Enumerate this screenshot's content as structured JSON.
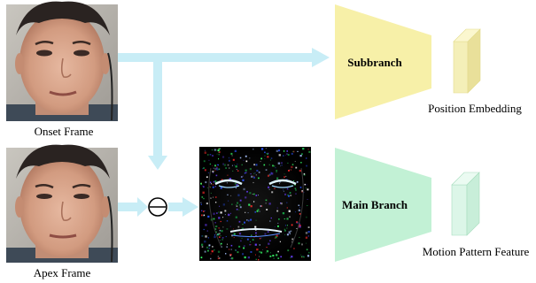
{
  "frames": {
    "onset_label": "Onset Frame",
    "apex_label": "Apex Frame"
  },
  "operator": {
    "symbol": "⊖"
  },
  "branches": {
    "sub": {
      "label": "Subbranch",
      "output_label": "Position Embedding",
      "color": "#f7f0a8",
      "block_color": "#f4efb8"
    },
    "main": {
      "label": "Main Branch",
      "output_label": "Motion Pattern Feature",
      "color": "#c2f1d5",
      "block_color": "#dcf6e8"
    }
  },
  "colors": {
    "arrow": "#c8edf6",
    "skin": "#d9a88f",
    "hair": "#2a2321",
    "background_wall": "#b9b6b0",
    "motion_bg": "#050505"
  }
}
